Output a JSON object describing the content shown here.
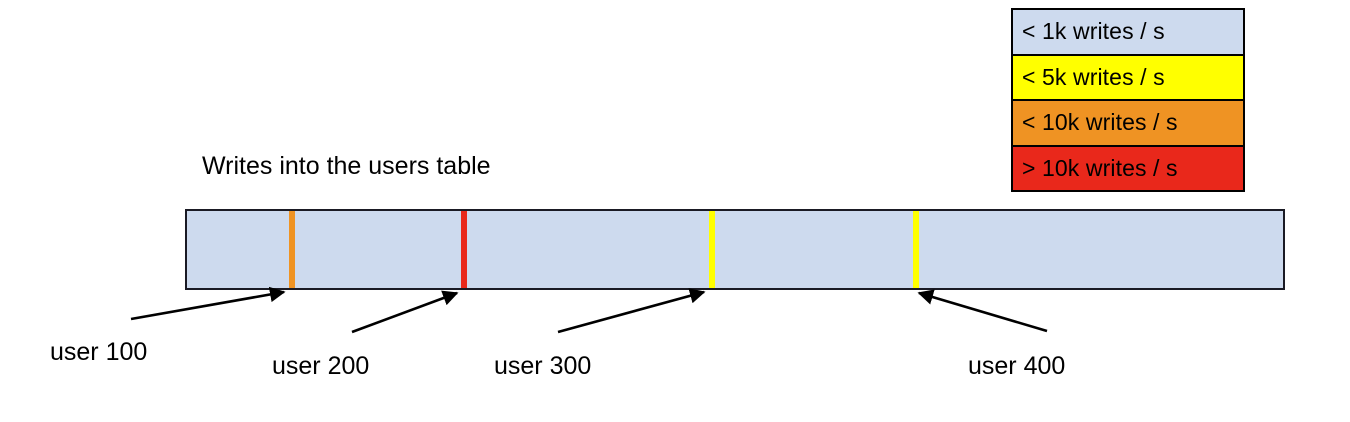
{
  "chart_data": {
    "type": "bar",
    "title": "Writes into the users table",
    "orientation": "horizontal-range-bar",
    "xlabel": "",
    "ylabel": "",
    "description": "A single horizontal band representing the users table key range, shaded by write rate, with colored marker lines at specific user ids.",
    "base_color_label": "< 1k writes / s",
    "base_color": "#cddaee",
    "categories": [
      "user 100",
      "user 200",
      "user 300",
      "user 400"
    ],
    "markers": [
      {
        "label": "user 100",
        "position_pct": 9.5,
        "color": "#ef9323",
        "rate_label": "< 10k writes / s"
      },
      {
        "label": "user 200",
        "position_pct": 25.2,
        "color": "#e9281b",
        "rate_label": "> 10k writes / s"
      },
      {
        "label": "user 300",
        "position_pct": 47.7,
        "color": "#ffff00",
        "rate_label": "< 5k writes / s"
      },
      {
        "label": "user 400",
        "position_pct": 66.3,
        "color": "#ffff00",
        "rate_label": "< 5k writes / s"
      }
    ],
    "legend": {
      "position": "top-right",
      "entries": [
        {
          "label": "< 1k writes / s",
          "color": "#cddaee"
        },
        {
          "label": "< 5k writes / s",
          "color": "#ffff00"
        },
        {
          "label": "< 10k writes / s",
          "color": "#ef9323"
        },
        {
          "label": "> 10k writes / s",
          "color": "#e9281b"
        }
      ]
    }
  },
  "legend": {
    "entries": [
      {
        "label": "< 1k writes / s",
        "color": "#cddaee"
      },
      {
        "label": "< 5k writes / s",
        "color": "#ffff00"
      },
      {
        "label": "< 10k writes / s",
        "color": "#ef9323"
      },
      {
        "label": "> 10k writes / s",
        "color": "#e9281b"
      }
    ]
  },
  "diagram": {
    "title": "Writes into the users table",
    "bar": {
      "fill_color": "#cddaee",
      "border_color": "#1a1a24"
    },
    "markers": [
      {
        "name": "user-100",
        "label": "user 100",
        "color": "#ef9323"
      },
      {
        "name": "user-200",
        "label": "user 200",
        "color": "#e9281b"
      },
      {
        "name": "user-300",
        "label": "user 300",
        "color": "#ffff00"
      },
      {
        "name": "user-400",
        "label": "user 400",
        "color": "#ffff00"
      }
    ]
  }
}
